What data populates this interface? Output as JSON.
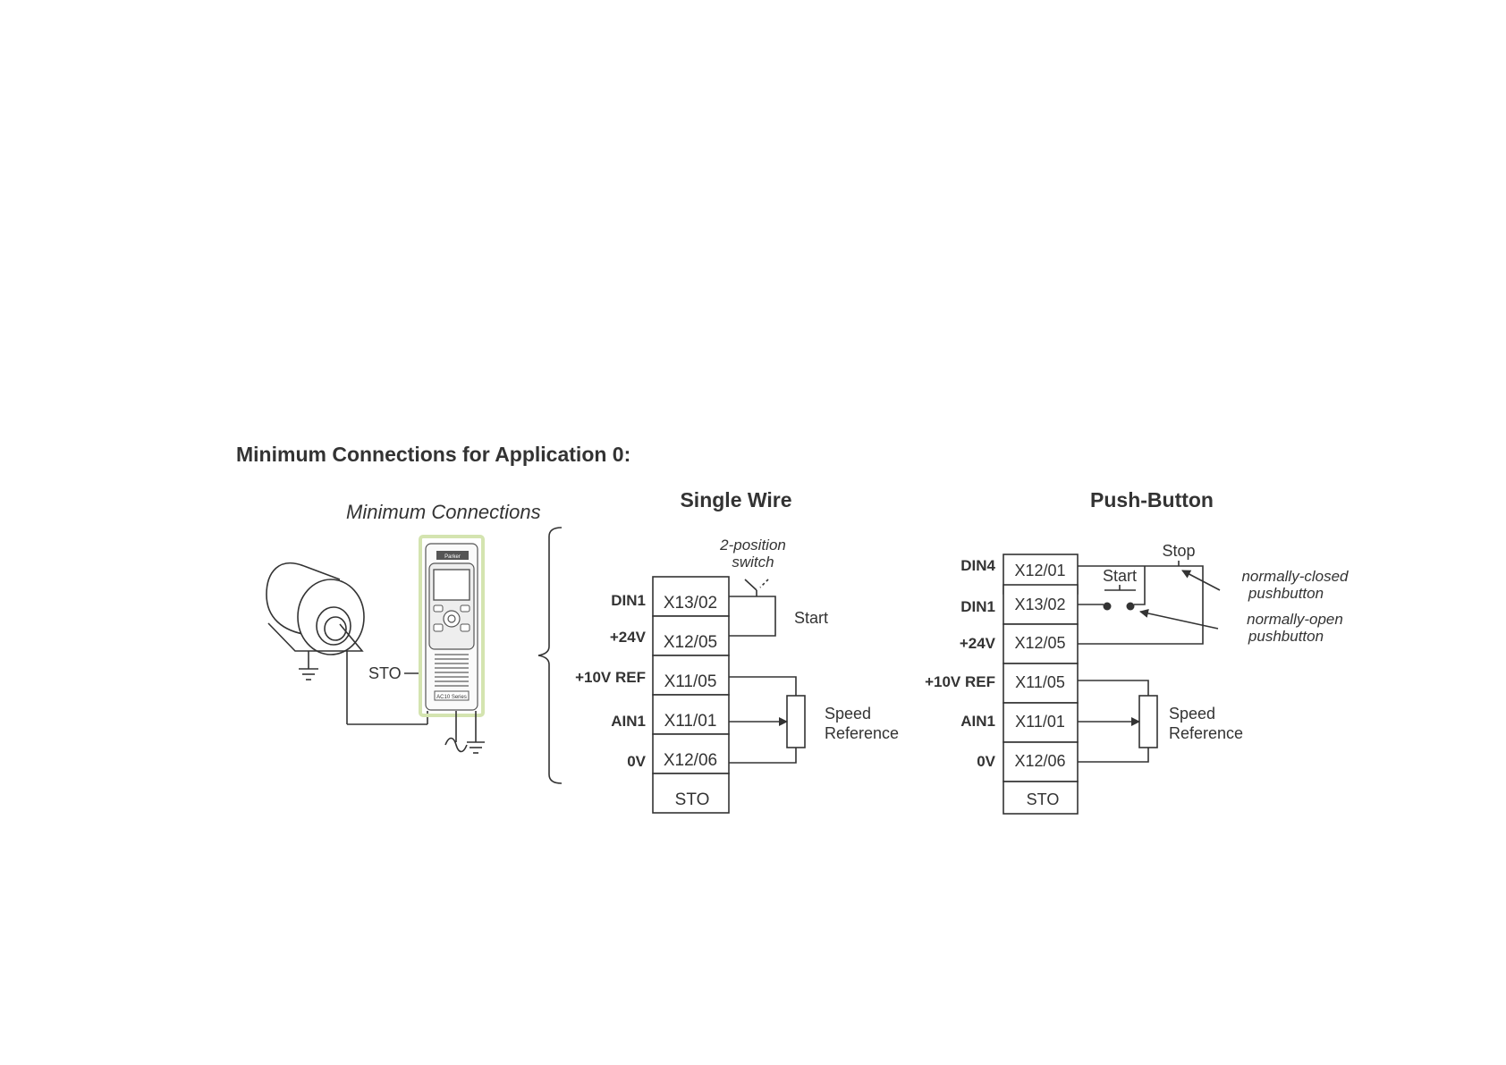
{
  "title": "Minimum Connections for Application 0:",
  "min_connections": {
    "heading": "Minimum Connections",
    "sto_label": "STO",
    "drive_brand": "Parker",
    "drive_model": "AC10 Series"
  },
  "single_wire": {
    "heading": "Single Wire",
    "switch_label_1": "2-position",
    "switch_label_2": "switch",
    "start_label": "Start",
    "speed_label_1": "Speed",
    "speed_label_2": "Reference",
    "signals": [
      "DIN1",
      "+24V",
      "+10V REF",
      "AIN1",
      "0V"
    ],
    "terminals": [
      "X13/02",
      "X12/05",
      "X11/05",
      "X11/01",
      "X12/06",
      "STO"
    ]
  },
  "push_button": {
    "heading": "Push-Button",
    "stop_label": "Stop",
    "start_label": "Start",
    "nc_label_1": "normally-closed",
    "nc_label_2": "pushbutton",
    "no_label_1": "normally-open",
    "no_label_2": "pushbutton",
    "speed_label_1": "Speed",
    "speed_label_2": "Reference",
    "signals": [
      "DIN4",
      "DIN1",
      "+24V",
      "+10V REF",
      "AIN1",
      "0V"
    ],
    "terminals": [
      "X12/01",
      "X13/02",
      "X12/05",
      "X11/05",
      "X11/01",
      "X12/06",
      "STO"
    ]
  },
  "colors": {
    "ink": "#333333",
    "drive_frame": "#d4e4b0"
  }
}
